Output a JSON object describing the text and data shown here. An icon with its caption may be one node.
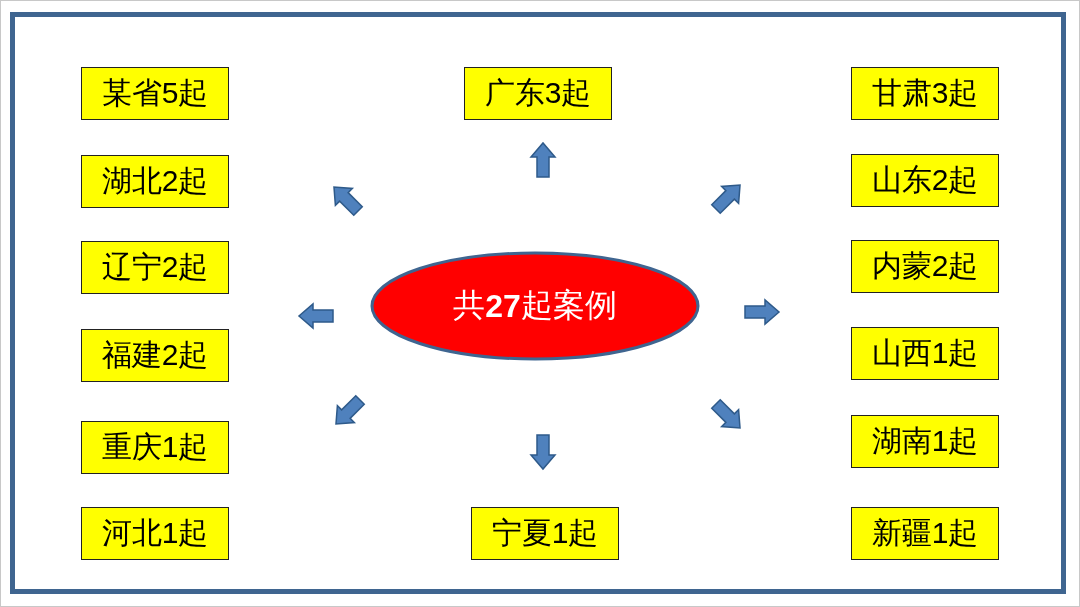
{
  "diagram": {
    "nodes": [
      {
        "text": [
          "共**27**起案例"
        ]
      },
      {
        "text": [
          "某省5起"
        ]
      },
      {
        "text": [
          "广东3起"
        ]
      },
      {
        "text": [
          "甘肃3起"
        ]
      },
      {
        "text": [
          "湖北2起"
        ]
      },
      {
        "text": [
          "山东2起"
        ]
      },
      {
        "text": [
          "辽宁2起"
        ]
      },
      {
        "text": [
          "内蒙2起"
        ]
      },
      {
        "text": [
          "福建2起"
        ]
      },
      {
        "text": [
          "山西1起"
        ]
      },
      {
        "text": [
          "重庆1起"
        ]
      },
      {
        "text": [
          "湖南1起"
        ]
      },
      {
        "text": [
          "河北1起"
        ]
      },
      {
        "text": [
          "宁夏1起"
        ]
      },
      {
        "text": [
          "新疆1起"
        ]
      }
    ]
  }
}
